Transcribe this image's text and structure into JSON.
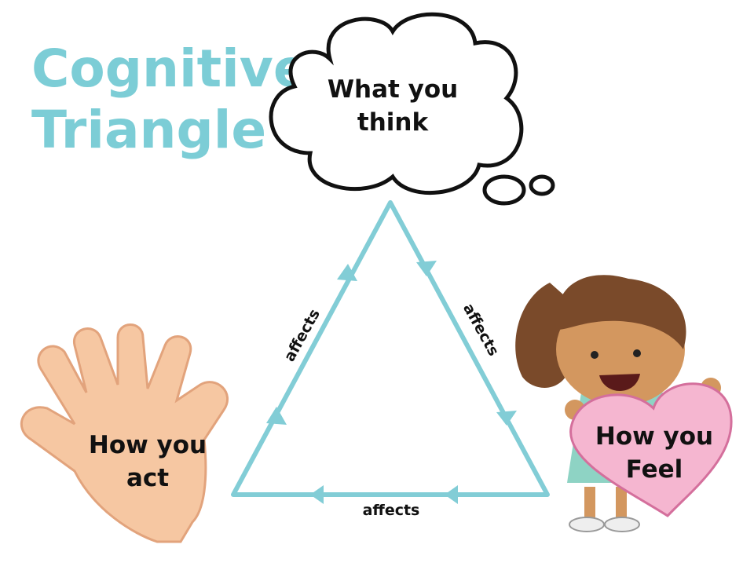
{
  "title": {
    "line1": "Cognitive",
    "line2": "Triangle"
  },
  "nodes": {
    "think": {
      "line1": "What you",
      "line2": "think"
    },
    "act": {
      "line1": "How you",
      "line2": "act"
    },
    "feel": {
      "line1": "How you",
      "line2": "Feel"
    }
  },
  "edges": {
    "left": "affects",
    "right": "affects",
    "bottom": "affects"
  },
  "colors": {
    "title": "#7ccdd6",
    "triangle": "#82cdd6",
    "hand_fill": "#f6c7a2",
    "hand_stroke": "#e2a37c",
    "heart_fill": "#f5b6d0",
    "heart_stroke": "#d46f9c",
    "cloud_fill": "#ffffff",
    "cloud_stroke": "#111111",
    "hair": "#7a4a2a",
    "skin": "#d3975f",
    "dress": "#8ed3c4"
  }
}
